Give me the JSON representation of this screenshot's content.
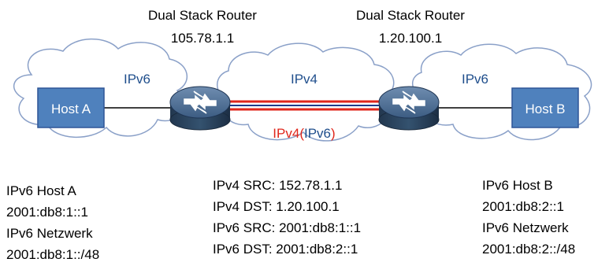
{
  "routers": {
    "left": {
      "title": "Dual Stack Router",
      "address": "105.78.1.1"
    },
    "right": {
      "title": "Dual Stack Router",
      "address": "1.20.100.1"
    }
  },
  "clouds": {
    "left": {
      "label": "IPv6"
    },
    "middle": {
      "label": "IPv4"
    },
    "right": {
      "label": "IPv6"
    }
  },
  "hosts": {
    "a": {
      "label": "Host A"
    },
    "b": {
      "label": "Host B"
    }
  },
  "tunnel": {
    "outer": "IPv4",
    "open": "(",
    "inner": "IPv6",
    "close": ")"
  },
  "info": {
    "host_a": [
      "IPv6 Host A",
      "2001:db8:1::1",
      "IPv6 Netzwerk",
      "2001:db8:1::/48"
    ],
    "packet": [
      "IPv4 SRC: 152.78.1.1",
      "IPv4 DST: 1.20.100.1",
      "IPv6 SRC: 2001:db8:1::1",
      "IPv6 DST: 2001:db8:2::1"
    ],
    "host_b": [
      "IPv6 Host B",
      "2001:db8:2::1",
      "IPv6 Netzwerk",
      "2001:db8:2::/48"
    ]
  },
  "colors": {
    "cloud_fill": "#ffffff",
    "cloud_stroke": "#8aa0c8",
    "host_fill": "#4f81bd",
    "host_stroke": "#2f5597",
    "label_blue": "#1f4e8c",
    "tunnel_red": "#e0261b",
    "router_body": "#2e4b6e",
    "router_top": "#4f6f93"
  },
  "icons": {
    "router": "router-icon"
  }
}
